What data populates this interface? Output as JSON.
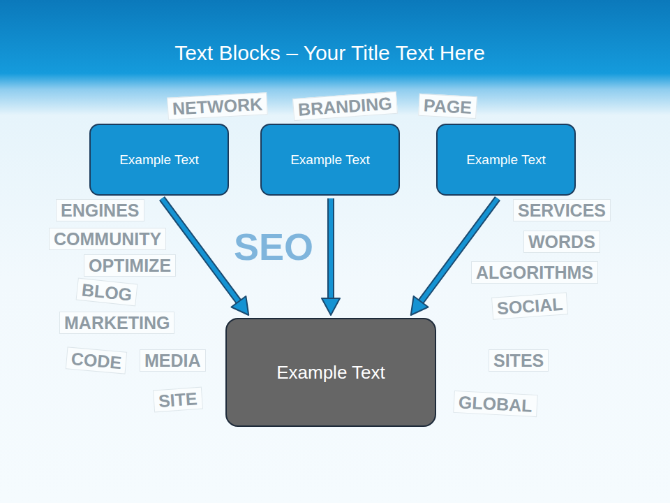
{
  "diagram": {
    "title": "Text Blocks – Your Title Text Here",
    "nodes": [
      {
        "text": [
          "Example Text"
        ]
      },
      {
        "text": [
          "Example Text"
        ]
      },
      {
        "text": [
          "Example Text"
        ]
      },
      {
        "text": [
          "Example Text"
        ]
      }
    ],
    "edges": [
      {
        "from": 0,
        "to": 3,
        "arrow": "to"
      },
      {
        "from": 1,
        "to": 3,
        "arrow": "to"
      },
      {
        "from": 2,
        "to": 3,
        "arrow": "to"
      }
    ],
    "labels": [
      "NETWORK",
      "BRANDING",
      "PAGE",
      "ENGINES",
      "COMMUNITY",
      "SEO",
      "OPTIMIZE",
      "BLOG",
      "MARKETING",
      "CODE",
      "MEDIA",
      "SITE",
      "SERVICES",
      "WORDS",
      "ALGORITHMS",
      "SOCIAL",
      "SITES",
      "GLOBAL"
    ]
  }
}
